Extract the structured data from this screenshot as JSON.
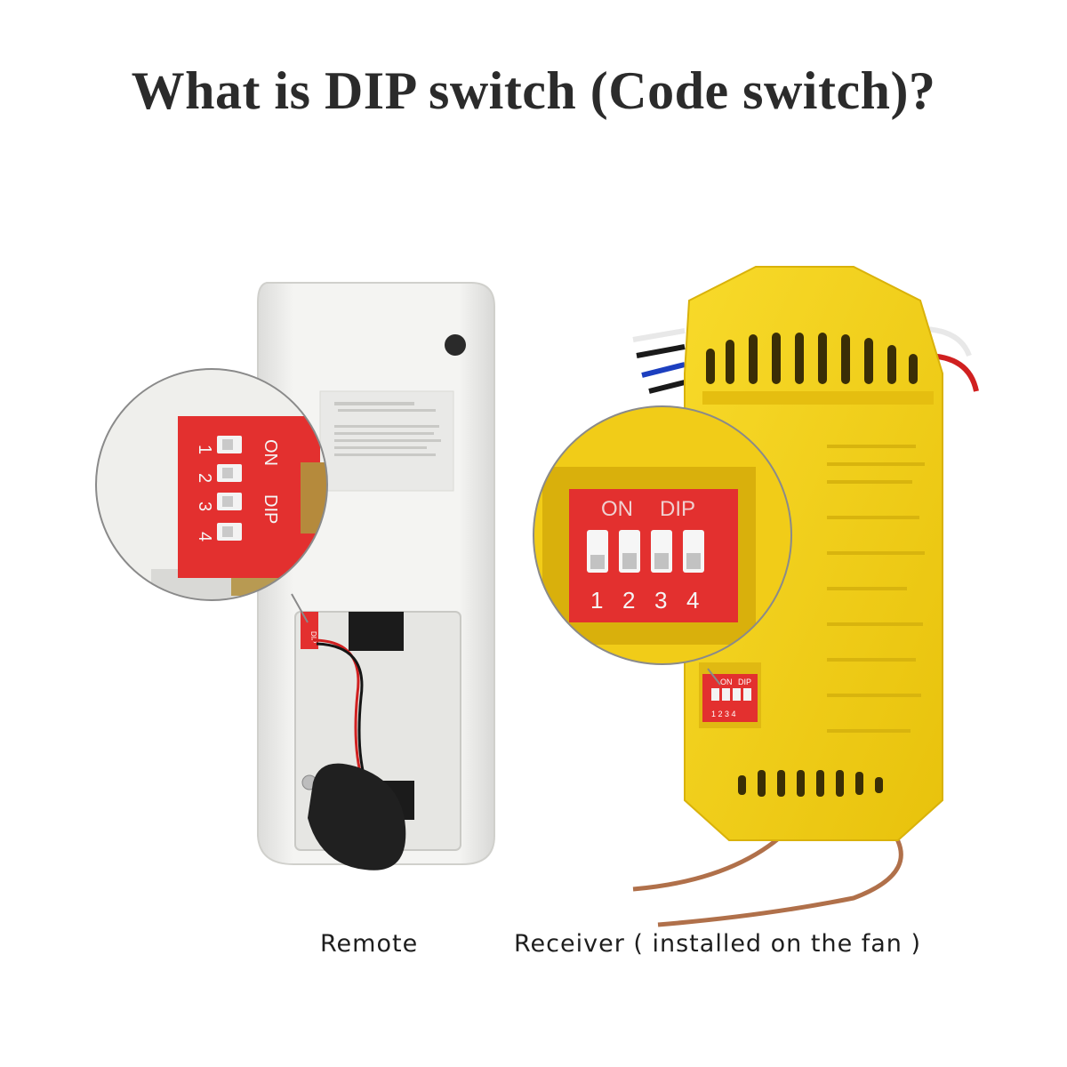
{
  "title": "What is DIP switch (Code switch)?",
  "remote": {
    "caption": "Remote",
    "dip_label_on": "ON",
    "dip_label_dip": "DIP",
    "dip_numbers": [
      "1",
      "2",
      "3",
      "4"
    ],
    "small_tag": "DIP"
  },
  "receiver": {
    "caption": "Receiver ( installed on the fan )",
    "dip_label_on": "ON",
    "dip_label_dip": "DIP",
    "dip_numbers": [
      "1",
      "2",
      "3",
      "4"
    ],
    "small_on": "ON",
    "small_dip": "DIP",
    "small_numbers": "1 2 3 4"
  },
  "colors": {
    "title": "#2b2b2b",
    "remote_body": "#f2f2f0",
    "receiver_body": "#f6d21c",
    "dip_red": "#e3302f",
    "battery": "#202020"
  }
}
